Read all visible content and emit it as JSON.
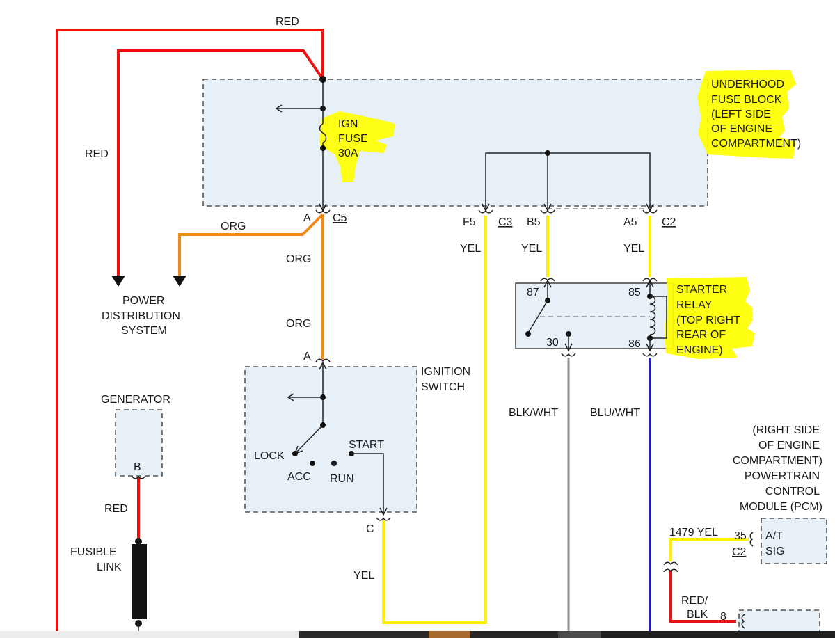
{
  "labels": {
    "red_top": "RED",
    "red_left": "RED",
    "org_left": "ORG",
    "org_upper": "ORG",
    "org_lower": "ORG",
    "yel_f5": "YEL",
    "yel_b5": "YEL",
    "yel_a5": "YEL",
    "yel_start": "YEL",
    "blk_wht": "BLK/WHT",
    "blu_wht": "BLU/WHT",
    "red_gen": "RED",
    "yel_1479": "1479 YEL",
    "red_blk": [
      "RED/",
      "BLK"
    ]
  },
  "fuse_block": {
    "title": [
      "UNDERHOOD",
      "FUSE BLOCK",
      "(LEFT SIDE",
      "OF ENGINE",
      "COMPARTMENT)"
    ],
    "fuse": [
      "IGN",
      "FUSE",
      "30A"
    ],
    "pins": {
      "a": "A",
      "c5": "C5",
      "f5": "F5",
      "c3": "C3",
      "b5": "B5",
      "a5": "A5",
      "c2": "C2"
    }
  },
  "power_distribution": [
    "POWER",
    "DISTRIBUTION",
    "SYSTEM"
  ],
  "ignition_switch": {
    "title": [
      "IGNITION",
      "SWITCH"
    ],
    "pin_a": "A",
    "pin_c": "C",
    "positions": {
      "lock": "LOCK",
      "acc": "ACC",
      "run": "RUN",
      "start": "START"
    }
  },
  "starter_relay": {
    "title": [
      "STARTER",
      "RELAY",
      "(TOP RIGHT",
      "REAR OF",
      "ENGINE)"
    ],
    "pins": {
      "p87": "87",
      "p85": "85",
      "p30": "30",
      "p86": "86"
    }
  },
  "generator": {
    "title": "GENERATOR",
    "pin": "B"
  },
  "fusible_link": [
    "FUSIBLE",
    "LINK"
  ],
  "pcm": {
    "title": [
      "(RIGHT SIDE",
      "OF ENGINE",
      "COMPARTMENT)",
      "POWERTRAIN",
      "CONTROL",
      "MODULE (PCM)"
    ],
    "pin35": "35",
    "c2": "C2",
    "at_sig": [
      "A/T",
      "SIG"
    ],
    "pin8": "8"
  },
  "colors": {
    "red": "#ee1111",
    "orange": "#f08a1d",
    "yellow": "#ffee00",
    "gray": "#8c8c8c",
    "blue": "#1c1ccc",
    "box_fill": "#e6f0f6",
    "highlight": "#ffff00"
  }
}
